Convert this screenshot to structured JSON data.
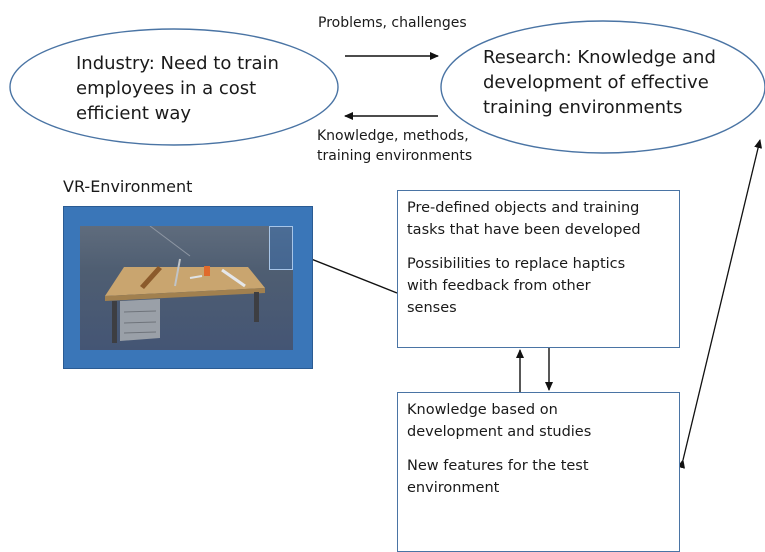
{
  "industry": {
    "text_lines": [
      "Industry: Need to train",
      "employees in a cost",
      "efficient way"
    ]
  },
  "research": {
    "text_lines": [
      "Research: Knowledge and",
      "development of effective",
      "training environments"
    ]
  },
  "arrow_labels": {
    "problems": "Problems, challenges",
    "knowledge_lines": [
      "Knowledge, methods,",
      "training environments"
    ]
  },
  "vr": {
    "title": "VR-Environment"
  },
  "predefined_box": {
    "para1_lines": [
      "Pre-defined objects and training",
      "tasks that have been developed"
    ],
    "para2_lines": [
      "Possibilities to replace haptics",
      "with feedback from other",
      "senses"
    ]
  },
  "knowledge_box": {
    "para1_lines": [
      "Knowledge based on",
      "development and studies"
    ],
    "para2_lines": [
      "New features for the test",
      "environment"
    ]
  },
  "colors": {
    "outline": "#4a74a4",
    "arrow": "#111111",
    "vr_frame": "#3a76b8"
  },
  "icons": {
    "vr_image": "desk-with-tools-3d-scene"
  }
}
